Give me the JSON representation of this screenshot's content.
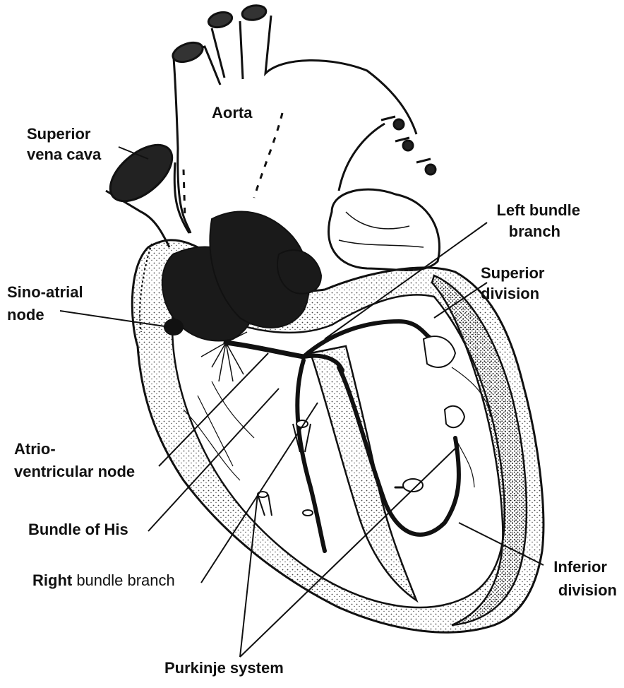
{
  "labels": {
    "aorta": "Aorta",
    "svc_1": "Superior",
    "svc_2": "vena cava",
    "lbb_1": "Left bundle",
    "lbb_2": "branch",
    "sup_1": "Superior",
    "sup_2": "division",
    "sa_1": "Sino-atrial",
    "sa_2": "node",
    "av_1": "Atrio-",
    "av_2": "ventricular node",
    "his": "Bundle of His",
    "rbb_bold": "Right",
    "rbb_rest": " bundle branch",
    "inf_1": "Inferior",
    "inf_2": "division",
    "purkinje": "Purkinje system"
  },
  "colors": {
    "ink": "#111111",
    "stipple": "#555555",
    "background": "#ffffff"
  }
}
